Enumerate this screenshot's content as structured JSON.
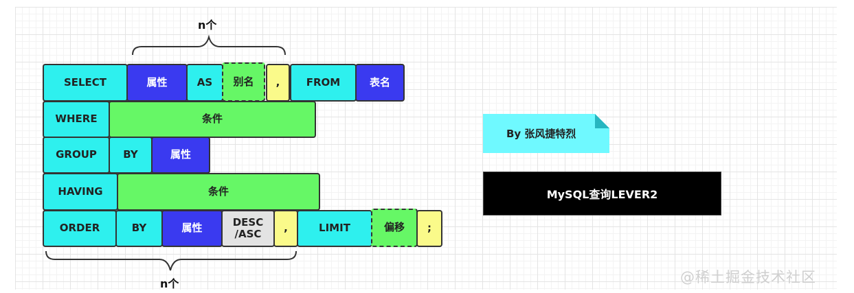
{
  "top_brace_label": "n个",
  "bottom_brace_label": "n个",
  "rows": {
    "select": [
      "SELECT",
      "属性",
      "AS",
      "别名",
      ",",
      "FROM",
      "表名"
    ],
    "where": [
      "WHERE",
      "条件"
    ],
    "group": [
      "GROUP",
      "BY",
      "属性"
    ],
    "having": [
      "HAVING",
      "条件"
    ],
    "order": [
      "ORDER",
      "BY",
      "属性",
      "DESC\n/ASC",
      ",",
      "LIMIT",
      "偏移",
      ";"
    ]
  },
  "author_note": "By 张风捷特烈",
  "title": "MySQL查询LEVER2",
  "watermark": "@稀土掘金技术社区",
  "colors": {
    "keyword": "#2ef0ee",
    "field": "#3a3af0",
    "condition": "#66f766",
    "separator": "#fafa8a",
    "sort": "#e3e3e3"
  }
}
